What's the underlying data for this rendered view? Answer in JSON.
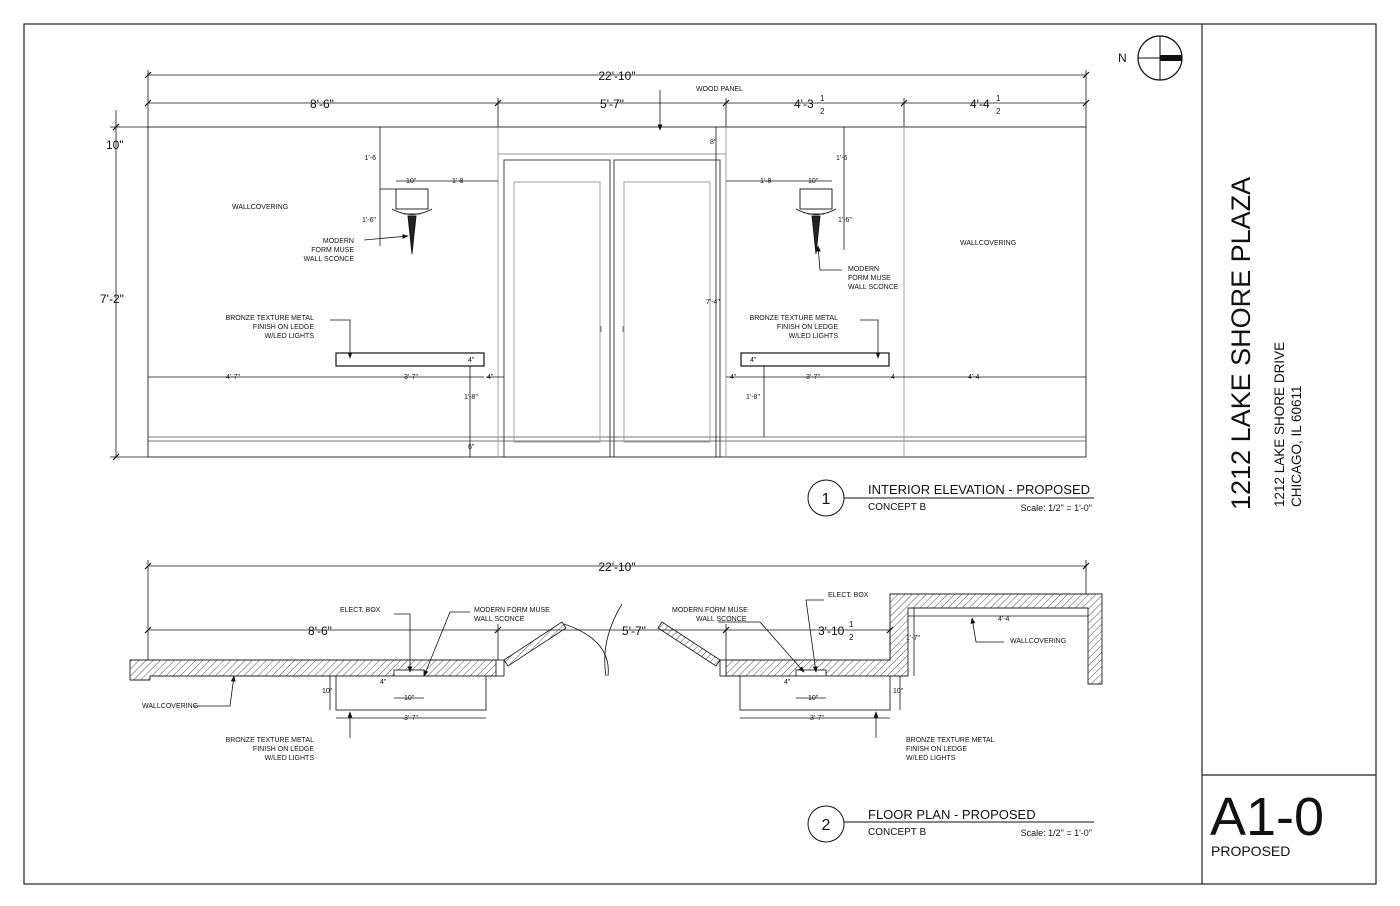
{
  "north_label": "N",
  "title_block": {
    "project": "1212 LAKE SHORE PLAZA",
    "address_line1": "1212 LAKE SHORE DRIVE",
    "address_line2": "CHICAGO, IL 60611",
    "sheet_number": "A1-0",
    "sheet_status": "PROPOSED"
  },
  "elevation": {
    "number": "1",
    "title": "INTERIOR ELEVATION - PROPOSED",
    "subtitle": "CONCEPT B",
    "scale": "Scale: 1/2\" = 1'-0\"",
    "dims": {
      "overall": "22'-10\"",
      "seg1": "8'-6\"",
      "seg2": "5'-7\"",
      "seg3": "4'-3",
      "seg4": "4'-4",
      "frac_half": "1",
      "frac_den": "2",
      "top_10": "10\"",
      "height": "7'-2\"",
      "sconce_a_top": "1'-6",
      "sconce_a_right": "1'-8",
      "sconce_w": "10\"",
      "sconce_h": "1'-6\"",
      "door_top": "8\"",
      "door_h": "7'-4\"",
      "sconce_b_left": "1'-8",
      "sconce_b_top": "1'-6",
      "ledge_left": "4'-7\"",
      "ledge_w": "3'-7\"",
      "ledge_gap": "4\"",
      "ledge_thk": "4\"",
      "ledge_h": "1'-8\"",
      "base_6": "6\"",
      "ledge_b_gap": "4\"",
      "ledge_b_right": "4",
      "right_dim": "4'-4"
    },
    "labels": {
      "wood_panel": "WOOD PANEL",
      "wallcovering": "WALLCOVERING",
      "sconce_l1": "MODERN",
      "sconce_l2": "FORM MUSE",
      "sconce_l3": "WALL SCONCE",
      "ledge_l1": "BRONZE TEXTURE METAL",
      "ledge_l2": "FINISH ON LEDGE",
      "ledge_l3": "W/LED LIGHTS"
    }
  },
  "plan": {
    "number": "2",
    "title": "FLOOR PLAN - PROPOSED",
    "subtitle": "CONCEPT B",
    "scale": "Scale: 1/2\" = 1'-0\"",
    "dims": {
      "overall": "22'-10\"",
      "seg1": "8'-6\"",
      "seg2": "5'-7\"",
      "seg3": "3'-10",
      "ten": "10\"",
      "four": "4\"",
      "ledge_w": "3'-7\"",
      "return_1": "1'-7\"",
      "right": "4'-4"
    },
    "labels": {
      "elect_box": "ELECT. BOX",
      "sconce_l1": "MODERN FORM MUSE",
      "sconce_l2": "WALL SCONCE",
      "wallcovering": "WALLCOVERING",
      "ledge_l1": "BRONZE TEXTURE METAL",
      "ledge_l2": "FINISH ON LEDGE",
      "ledge_l3": "W/LED LIGHTS"
    }
  }
}
